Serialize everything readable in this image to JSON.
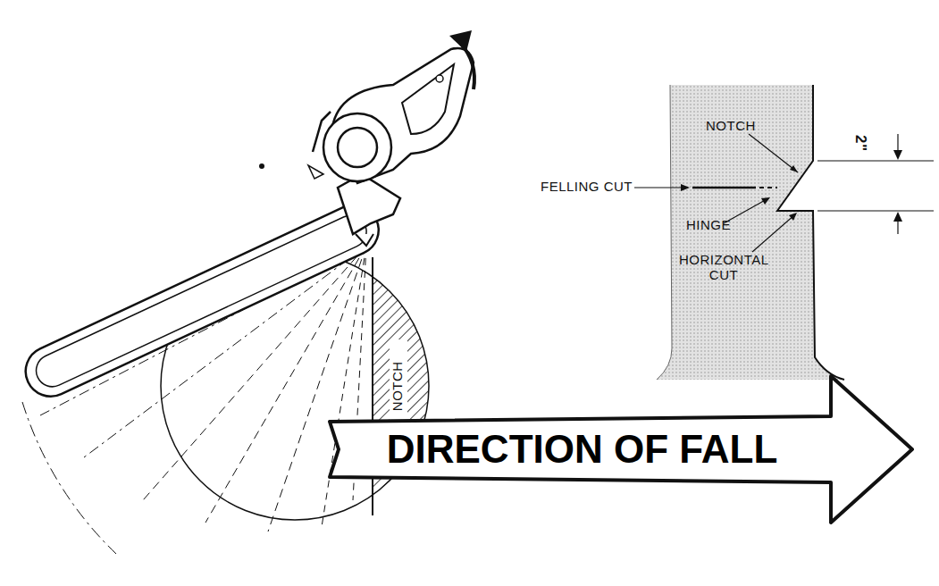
{
  "diagram": {
    "nodes": [
      {
        "text": [
          "DIRECTION OF FALL"
        ]
      }
    ],
    "labels": [
      "NOTCH",
      "NOTCH",
      "FELLING CUT",
      "HINGE",
      "HORIZONTAL CUT",
      "2\""
    ]
  }
}
